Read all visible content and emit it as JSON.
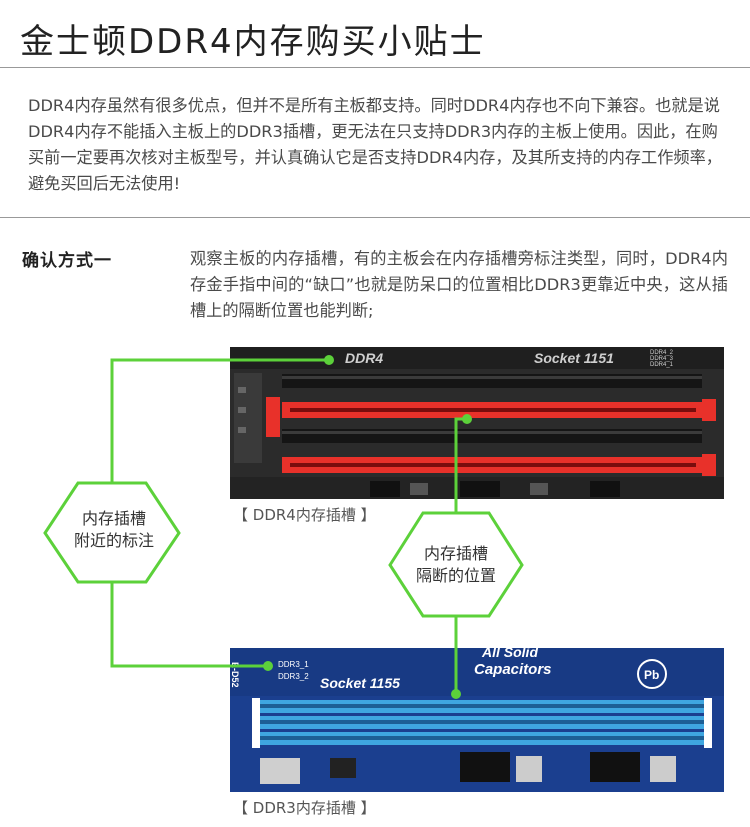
{
  "title": "金士顿DDR4内存购买小贴士",
  "intro": "DDR4内存虽然有很多优点，但并不是所有主板都支持。同时DDR4内存也不向下兼容。也就是说DDR4内存不能插入主板上的DDR3插槽，更无法在只支持DDR3内存的主板上使用。因此，在购买前一定要再次核对主板型号，并认真确认它是否支持DDR4内存，及其所支持的内存工作频率，避免买回后无法使用!",
  "method": {
    "label": "确认方式一",
    "text": "观察主板的内存插槽，有的主板会在内存插槽旁标注类型，同时，DDR4内存金手指中间的“缺口”也就是防呆口的位置相比DDR3更靠近中央，这从插槽上的隔断位置也能判断;"
  },
  "callouts": {
    "label_near": [
      "内存插槽",
      "附近的标注"
    ],
    "divider_position": [
      "内存插槽",
      "隔断的位置"
    ]
  },
  "photo_ddr4": {
    "slot_label": "DDR4",
    "socket_label": "Socket 1151",
    "small_labels": [
      "DDR4_2",
      "DDR4_3",
      "DDR4_1"
    ]
  },
  "photo_ddr3": {
    "slot_labels": [
      "DDR3_1",
      "DDR3_2"
    ],
    "socket_label": "Socket 1155",
    "brand_line1": "All Solid",
    "brand_line2": "Capacitors",
    "logo_letter": "Pb",
    "edge_label": "E-D52"
  },
  "captions": {
    "ddr4": "【 DDR4内存插槽 】",
    "ddr3": "【 DDR3内存插槽 】"
  },
  "colors": {
    "accent_green": "#5cd13a",
    "ddr4_red": "#e8312a",
    "ddr3_blue": "#3fa6e0",
    "board_dark": "#2a2a2a",
    "board_blue": "#1b3f8f"
  }
}
